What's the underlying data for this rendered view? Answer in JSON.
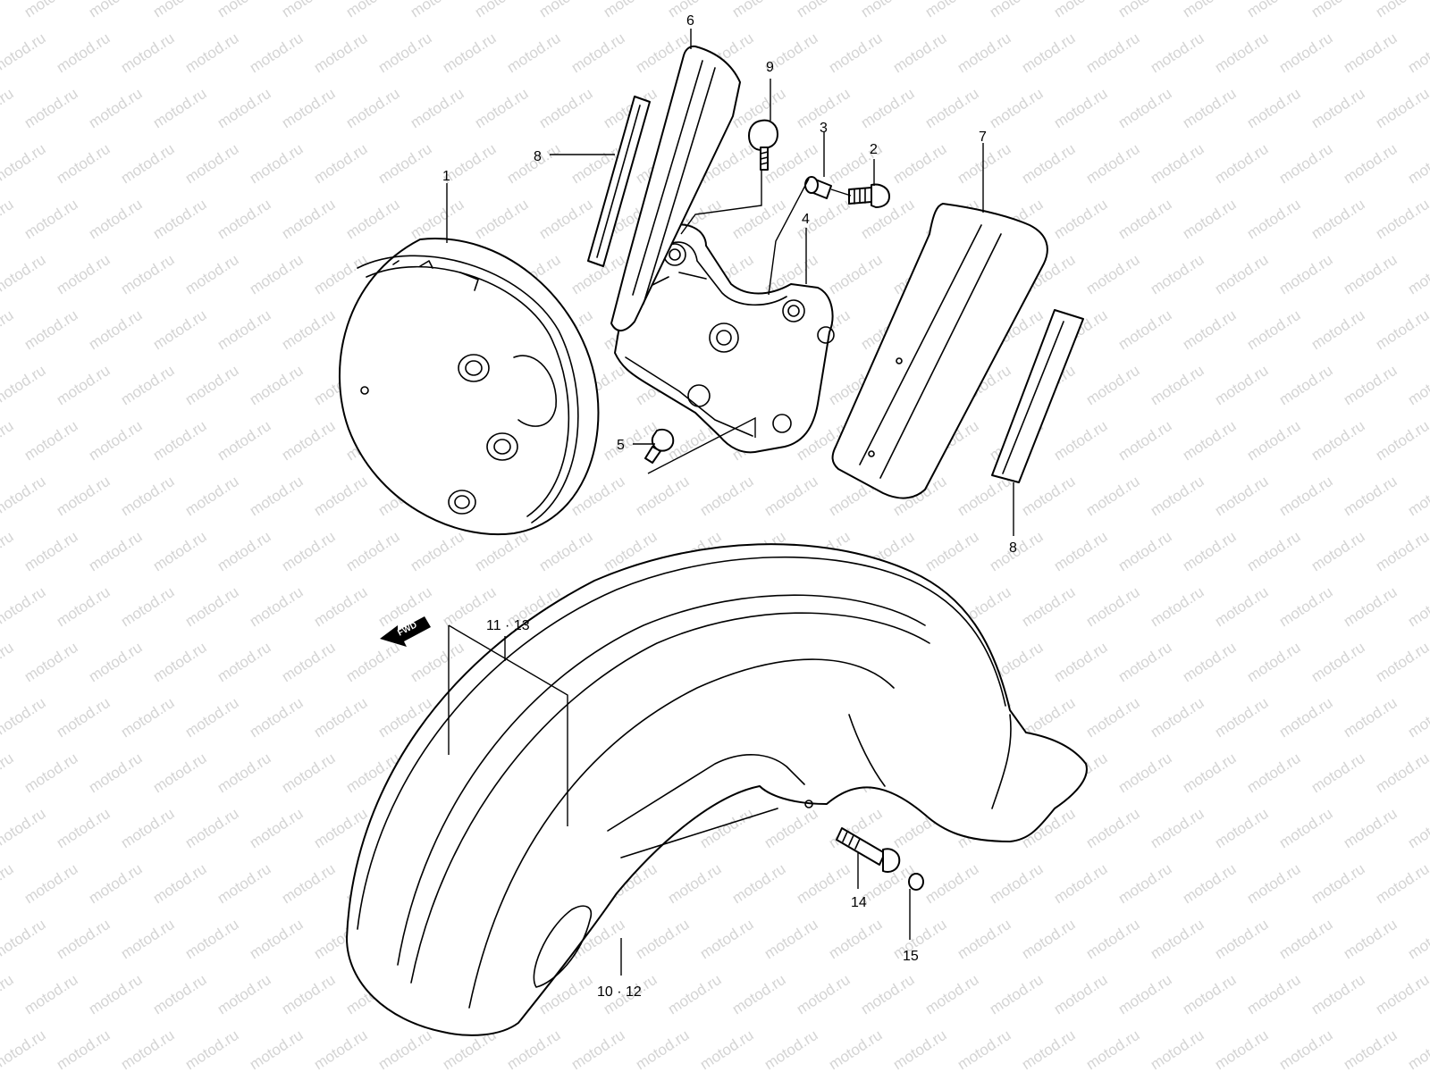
{
  "watermark": "motod.ru",
  "direction_marker": "FWD",
  "callouts": {
    "p1": "1",
    "p2": "2",
    "p3": "3",
    "p4": "4",
    "p5": "5",
    "p6": "6",
    "p7": "7",
    "p8_left": "8",
    "p8_right": "8",
    "p9": "9",
    "p10_12": "10 · 12",
    "p11_13": "11 · 13",
    "p14": "14",
    "p15": "15"
  }
}
